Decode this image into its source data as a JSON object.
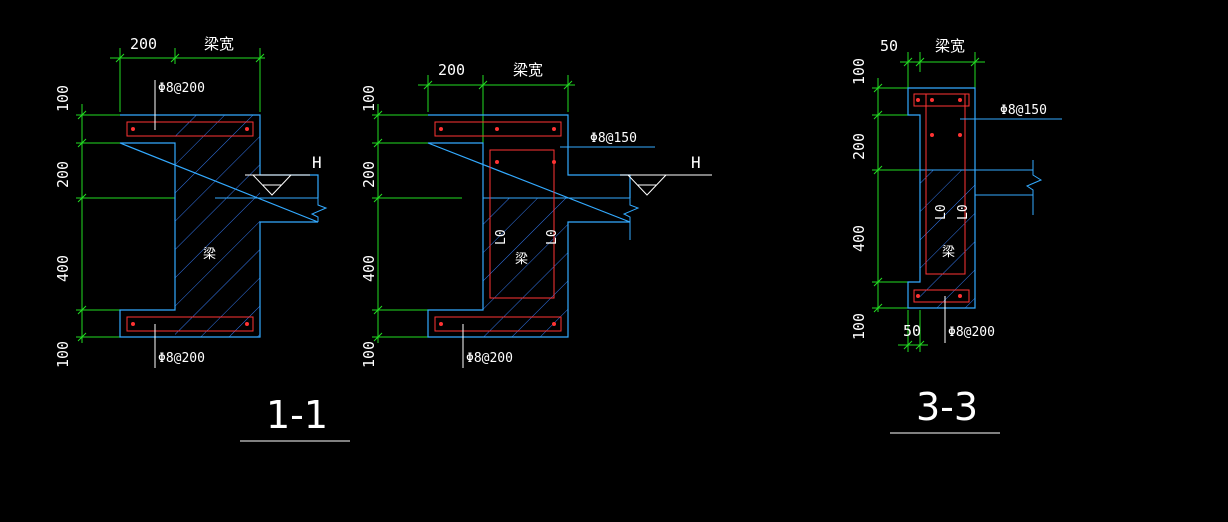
{
  "colors": {
    "background": "#000000",
    "concrete_outline": "#33aaff",
    "dimension": "#22dd22",
    "hatch": "#3377ee",
    "rebar": "#ff3333",
    "text": "#ffffff"
  },
  "section_1": {
    "dim_top_left": "200",
    "dim_top_right": "梁宽",
    "rebar_top": "Φ8@200",
    "rebar_bottom": "Φ8@200",
    "beam_label": "梁",
    "level_mark": "H",
    "vdims": [
      "100",
      "200",
      "400",
      "100"
    ],
    "title": "1-1"
  },
  "section_2": {
    "dim_top_left": "200",
    "dim_top_right": "梁宽",
    "rebar_side": "Φ8@150",
    "rebar_bottom": "Φ8@200",
    "beam_label": "梁",
    "anchor_left": "L0",
    "anchor_right": "L0",
    "level_mark": "H",
    "vdims": [
      "100",
      "200",
      "400",
      "100"
    ]
  },
  "section_3": {
    "dim_top_left": "50",
    "dim_top_right": "梁宽",
    "rebar_side": "Φ8@150",
    "rebar_bottom": "Φ8@200",
    "dim_bottom": "50",
    "beam_label": "梁",
    "anchor_left": "L0",
    "anchor_right": "L0",
    "vdims": [
      "100",
      "200",
      "400",
      "100"
    ],
    "title": "3-3"
  }
}
